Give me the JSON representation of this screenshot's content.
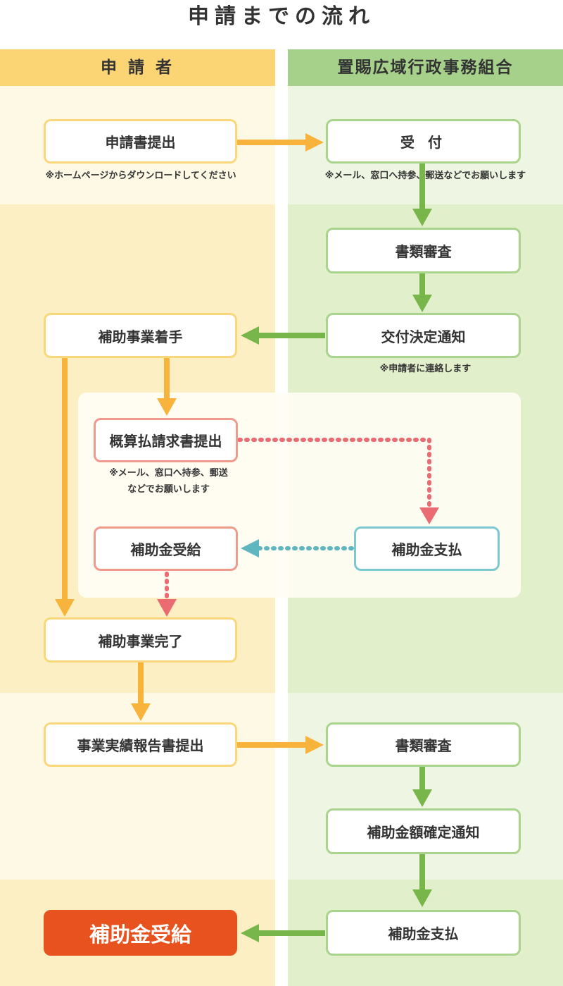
{
  "title": "申請までの流れ",
  "columns": {
    "applicant": "申 請 者",
    "union": "置賜広域行政事務組合"
  },
  "steps": {
    "submit_application": "申請書提出",
    "reception": "受 付",
    "review_documents_1": "書類審査",
    "start_project": "補助事業着手",
    "grant_decision_notice": "交付決定通知",
    "advance_payment_request": "概算払請求書提出",
    "receive_subsidy_advance": "補助金受給",
    "pay_subsidy_advance": "補助金支払",
    "project_complete": "補助事業完了",
    "submit_report": "事業実績報告書提出",
    "review_documents_2": "書類審査",
    "amount_confirm_notice": "補助金額確定通知",
    "pay_subsidy_final": "補助金支払",
    "receive_subsidy_final": "補助金受給"
  },
  "notes": {
    "download": "※ホームページからダウンロードしてください",
    "submit_method": "※メール、窓口へ持参、郵送などでお願いします",
    "contact_applicant": "※申請者に連絡します",
    "request_method_line1": "※メール、窓口へ持参、郵送",
    "request_method_line2": "などでお願いします"
  },
  "colors": {
    "applicant_header": "#fbd474",
    "union_header": "#a6d18a",
    "applicant_light": "#fef9e4",
    "applicant_mid": "#fdefc4",
    "union_light": "#eef6e3",
    "union_mid": "#e1efcb",
    "arrow_orange": "#f7b33c",
    "arrow_green": "#78b54a",
    "arrow_pink": "#ea6b72",
    "arrow_teal": "#5fb6bf",
    "final_box": "#e8521f"
  }
}
